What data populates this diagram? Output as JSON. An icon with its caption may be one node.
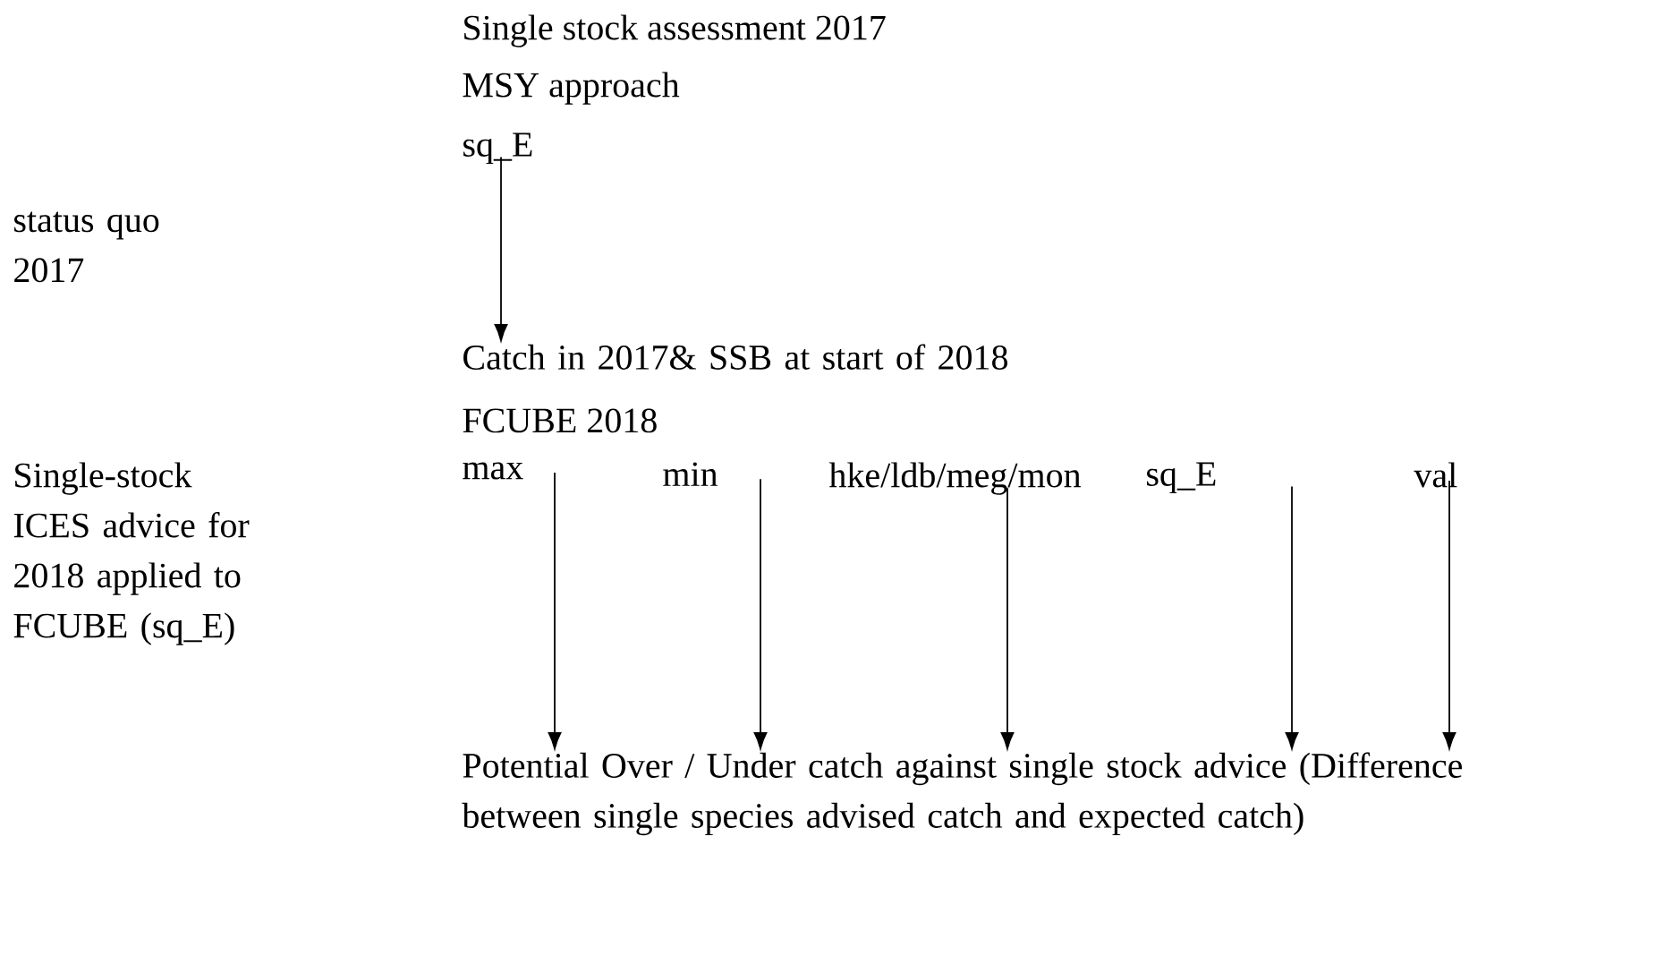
{
  "diagram": {
    "nodes": [
      {
        "text": [
          "sq_E"
        ]
      },
      {
        "text": [
          "Catch in 2017& SSB at start of 2018"
        ]
      },
      {
        "text": [
          "max"
        ]
      },
      {
        "text": [
          "min"
        ]
      },
      {
        "text": [
          "hke/ldb/meg/mon"
        ]
      },
      {
        "text": [
          "sq_E"
        ]
      },
      {
        "text": [
          "val"
        ]
      },
      {
        "text": [
          "Potential Over / Under catch against single stock advice (Difference between single species advised catch and expected catch)"
        ]
      }
    ],
    "edges": [
      {
        "from": 0,
        "to": 1,
        "arrow": "to"
      },
      {
        "from": 2,
        "to": 7,
        "arrow": "to"
      },
      {
        "from": 3,
        "to": 7,
        "arrow": "to"
      },
      {
        "from": 4,
        "to": 7,
        "arrow": "to"
      },
      {
        "from": 5,
        "to": 7,
        "arrow": "to"
      },
      {
        "from": 6,
        "to": 7,
        "arrow": "to"
      }
    ],
    "labels": [
      "Single stock assessment 2017",
      "MSY approach",
      "status quo 2017",
      "FCUBE 2018",
      "Single-stock ICES advice for 2018 applied to FCUBE (sq_E)"
    ]
  }
}
